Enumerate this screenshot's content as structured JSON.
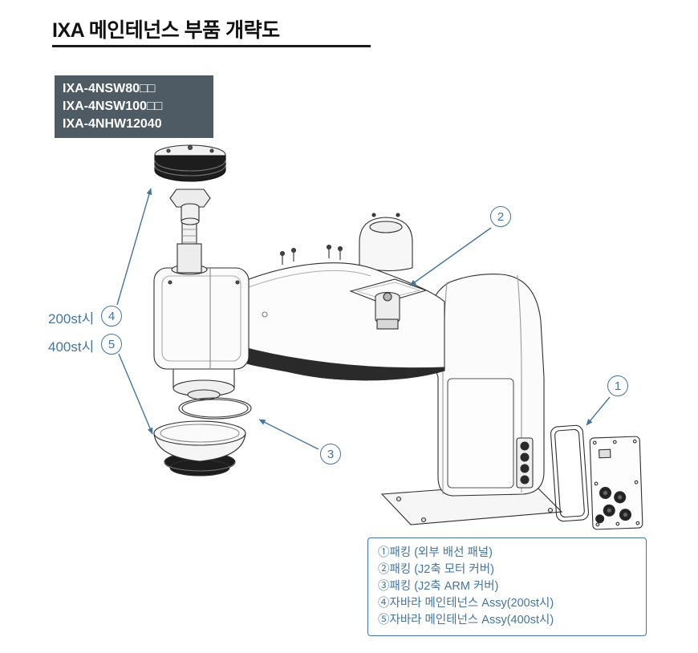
{
  "page": {
    "title": "IXA 메인테넌스 부품 개략도"
  },
  "model_box": {
    "lines": [
      "IXA-4NSW80□□",
      "IXA-4NSW100□□",
      "IXA-4NHW12040"
    ]
  },
  "callouts": {
    "n1": "1",
    "n2": "2",
    "n3": "3",
    "n4": "4",
    "n5": "5",
    "stroke_200_label": "200st시",
    "stroke_400_label": "400st시"
  },
  "legend": {
    "items": [
      "①패킹 (외부 배선 패널)",
      "②패킹 (J2축 모터 커버)",
      "③패킹 (J2축 ARM 커버)",
      "④자바라 메인테넌스 Assy(200st시)",
      "⑤자바라 메인테넌스 Assy(400st시)"
    ]
  },
  "colors": {
    "accent": "#44759e",
    "model_box_bg": "#4e5b64",
    "line": "#2e2e2e"
  }
}
